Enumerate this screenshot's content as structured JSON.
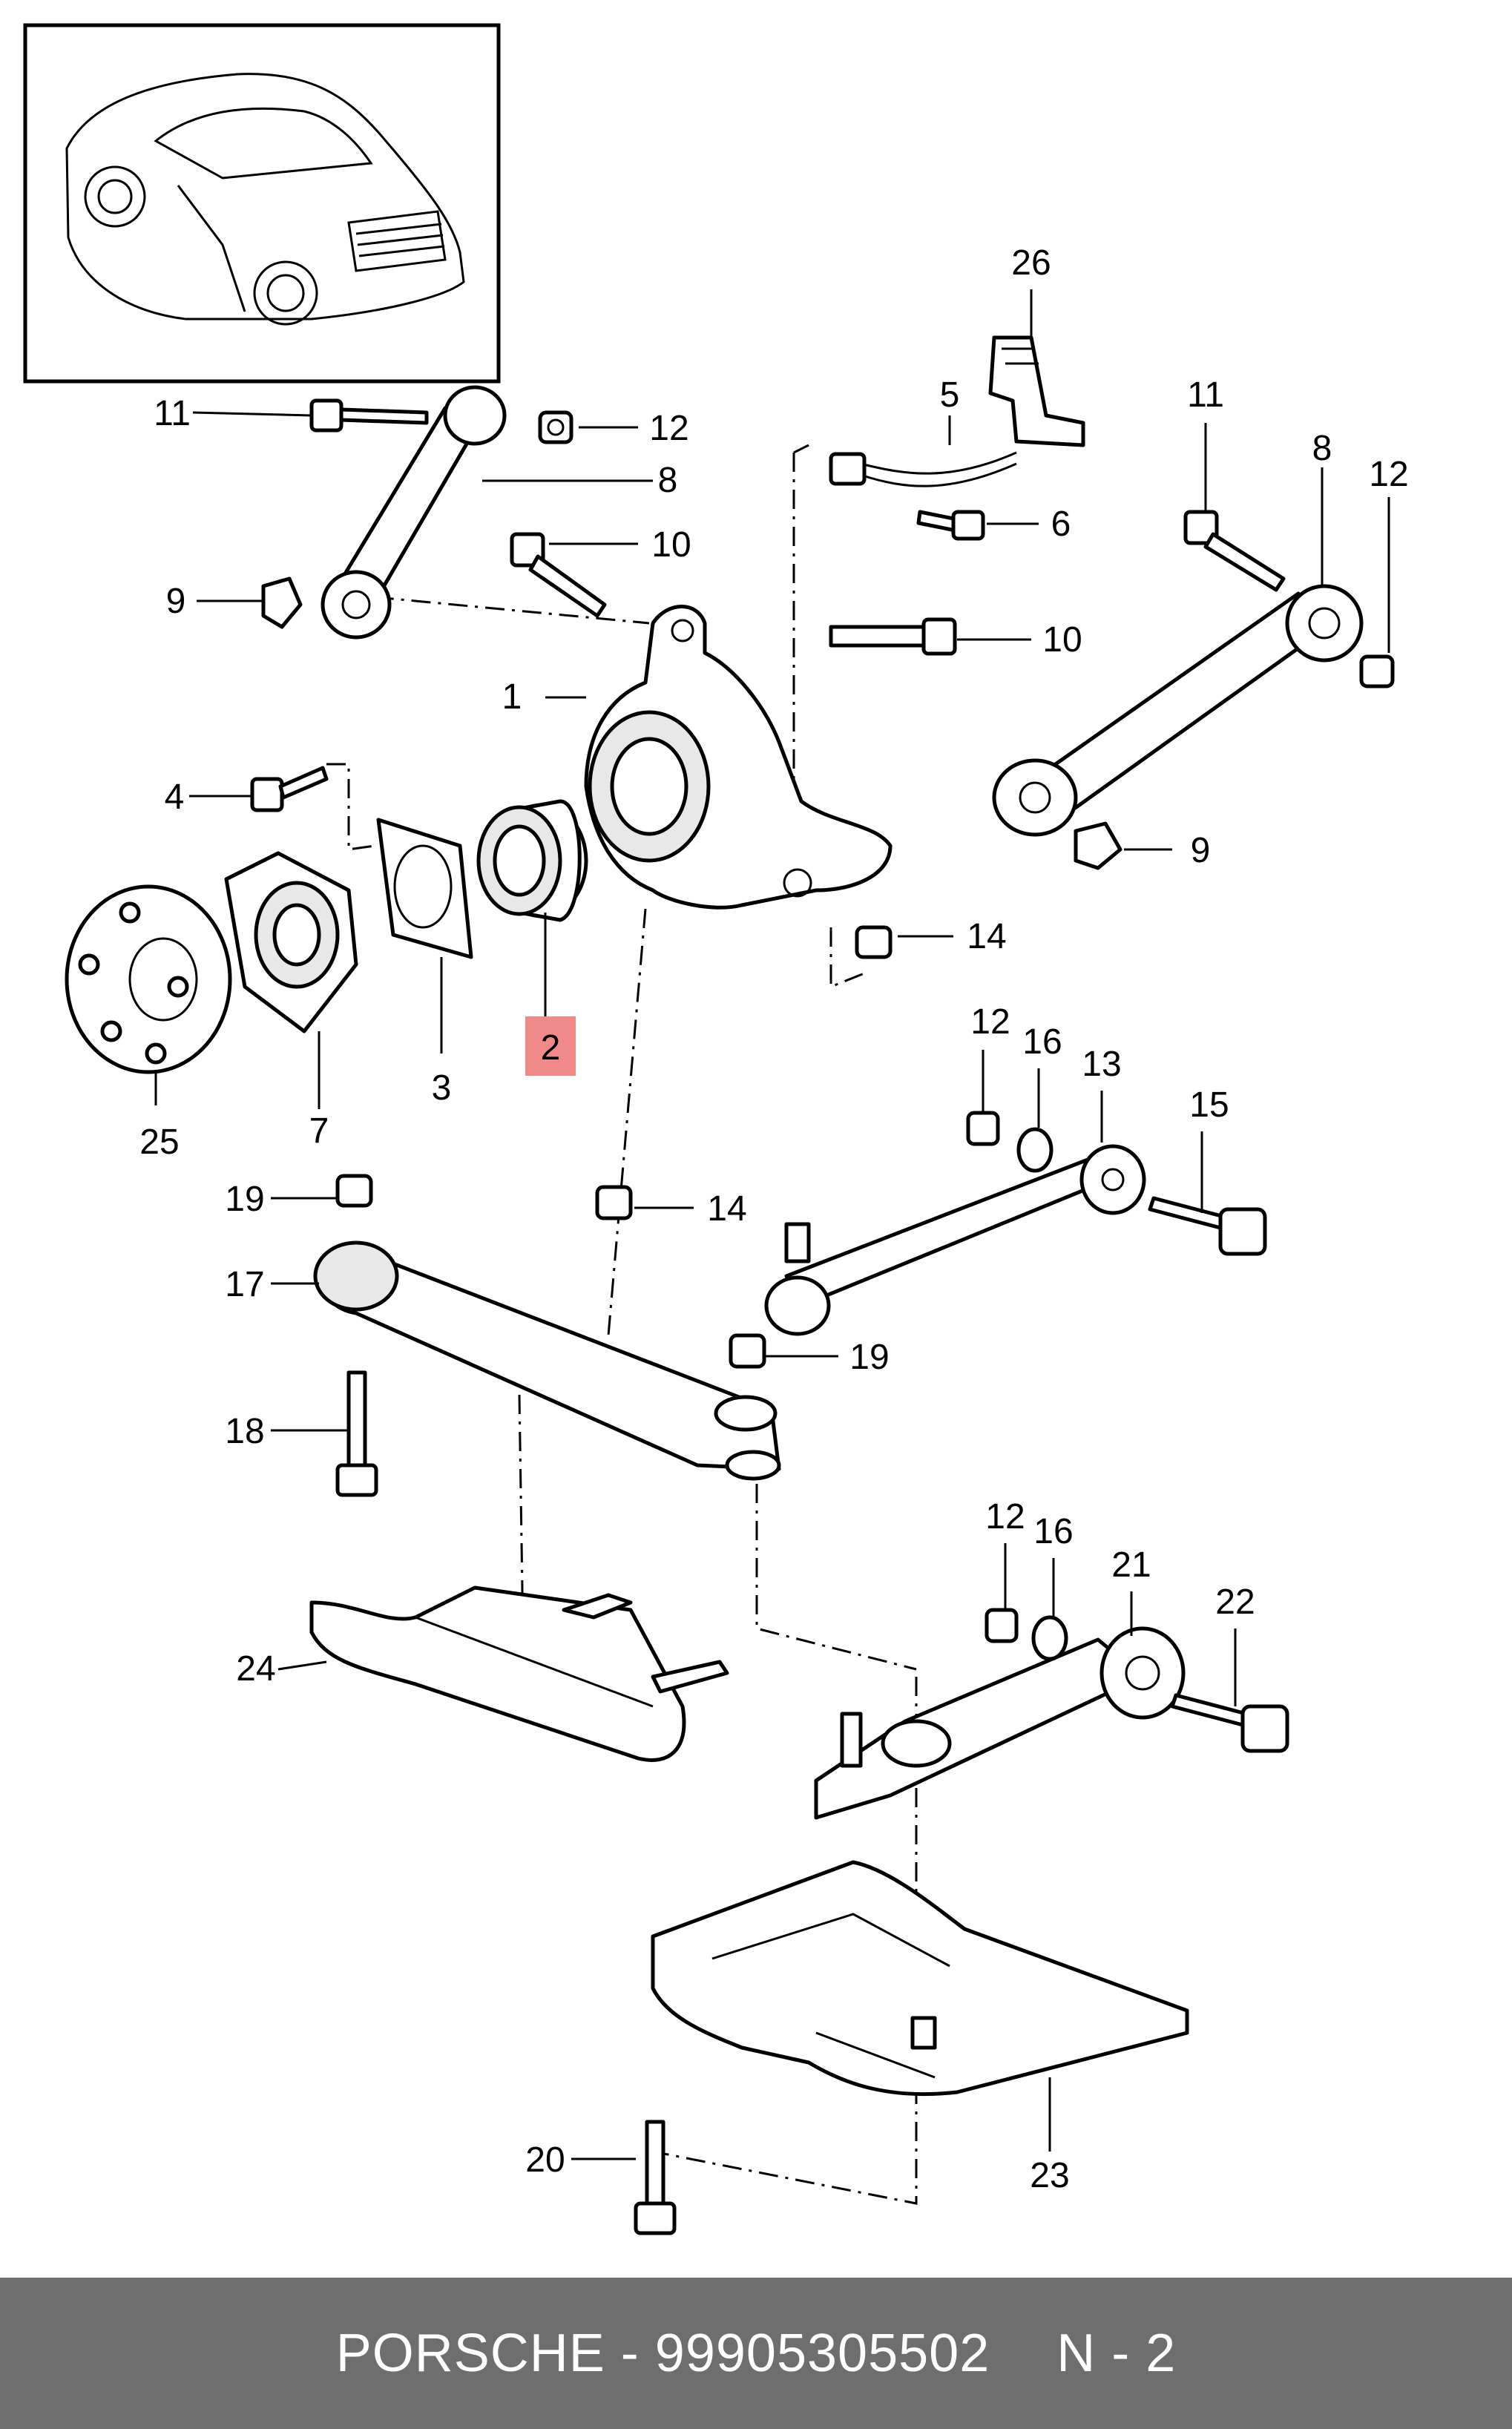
{
  "callouts": [
    {
      "id": "c1",
      "text": "1"
    },
    {
      "id": "c2",
      "text": "2",
      "highlight": true
    },
    {
      "id": "c3",
      "text": "3"
    },
    {
      "id": "c4",
      "text": "4"
    },
    {
      "id": "c5",
      "text": "5"
    },
    {
      "id": "c6",
      "text": "6"
    },
    {
      "id": "c7",
      "text": "7"
    },
    {
      "id": "c8a",
      "text": "8"
    },
    {
      "id": "c8b",
      "text": "8"
    },
    {
      "id": "c9a",
      "text": "9"
    },
    {
      "id": "c9b",
      "text": "9"
    },
    {
      "id": "c10a",
      "text": "10"
    },
    {
      "id": "c10b",
      "text": "10"
    },
    {
      "id": "c11a",
      "text": "11"
    },
    {
      "id": "c11b",
      "text": "11"
    },
    {
      "id": "c12a",
      "text": "12"
    },
    {
      "id": "c12b",
      "text": "12"
    },
    {
      "id": "c12c",
      "text": "12"
    },
    {
      "id": "c12d",
      "text": "12"
    },
    {
      "id": "c13",
      "text": "13"
    },
    {
      "id": "c14a",
      "text": "14"
    },
    {
      "id": "c14b",
      "text": "14"
    },
    {
      "id": "c15",
      "text": "15"
    },
    {
      "id": "c16a",
      "text": "16"
    },
    {
      "id": "c16b",
      "text": "16"
    },
    {
      "id": "c17",
      "text": "17"
    },
    {
      "id": "c18",
      "text": "18"
    },
    {
      "id": "c19a",
      "text": "19"
    },
    {
      "id": "c19b",
      "text": "19"
    },
    {
      "id": "c20",
      "text": "20"
    },
    {
      "id": "c21",
      "text": "21"
    },
    {
      "id": "c22",
      "text": "22"
    },
    {
      "id": "c23",
      "text": "23"
    },
    {
      "id": "c24",
      "text": "24"
    },
    {
      "id": "c25",
      "text": "25"
    },
    {
      "id": "c26",
      "text": "26"
    }
  ],
  "footer": {
    "brand": "PORSCHE",
    "separator": "-",
    "part_number": "99905305502",
    "page_code": "N - 2"
  },
  "colors": {
    "footer_bg": "#6e6e6e",
    "highlight": "#f08a8a"
  }
}
